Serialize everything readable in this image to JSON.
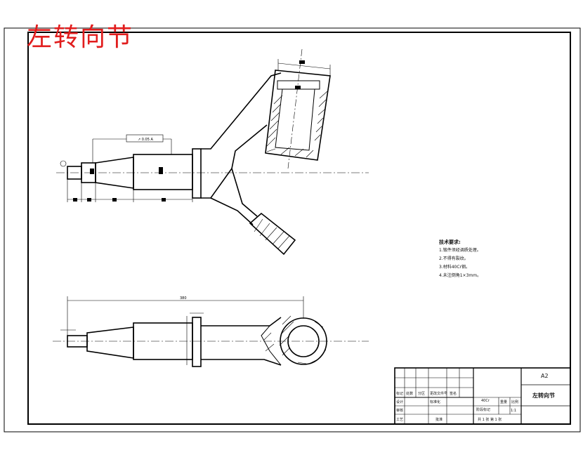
{
  "drawing": {
    "title_overlay": "左转向节",
    "notes": {
      "heading": "技术要求:",
      "items": [
        "1.锻件须经调质处理。",
        "2.不得有裂纹。",
        "3.材料40Cr钢。",
        "4.未注倒角1×3mm。"
      ]
    },
    "title_block": {
      "part_name": "左转向节",
      "sheet_size": "A2",
      "scale": "1:1",
      "material": "40Cr",
      "sheet_info": "共 1 张  第 1 张",
      "cells": [
        "标记",
        "处数",
        "分区",
        "更改文件号",
        "签名",
        "设计",
        "标准化",
        "审核",
        "工艺",
        "批准",
        "阶段标记",
        "重量",
        "比例"
      ]
    },
    "dimensions": {
      "taper_callout": "↗ 0.05 A",
      "overall_length": "380"
    }
  }
}
